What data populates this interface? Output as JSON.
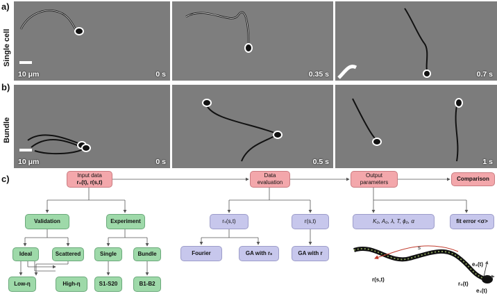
{
  "panels": {
    "a": "a)",
    "b": "b)",
    "c": "c)"
  },
  "rows": {
    "single": "Single cell",
    "bundle": "Bundle"
  },
  "scale": "10 μm",
  "frames": {
    "single": [
      "0 s",
      "0.35 s",
      "0.7 s"
    ],
    "bundle": [
      "0 s",
      "0.5 s",
      "1 s"
    ]
  },
  "flow": {
    "input": "Input data",
    "input_sub": "r₀(t), r(s,t)",
    "data_eval_1": "Data",
    "data_eval_2": "evaluation",
    "output_1": "Output",
    "output_2": "parameters",
    "comparison": "Comparison",
    "validation": "Validation",
    "experiment": "Experiment",
    "ideal": "Ideal",
    "scattered": "Scattered",
    "single": "Single",
    "bundle": "Bundle",
    "low_eta": "Low-η",
    "high_eta": "High-η",
    "s1s20": "S1-S20",
    "b1b2": "B1-B2",
    "rs_t": "rₛ(s,t)",
    "r_st": "r(s,t)",
    "fourier": "Fourier",
    "ga_rs": "GA with rₛ",
    "ga_r": "GA with r",
    "params": "K₀, A₀, λ, T, ϕ₀, α",
    "fit_error": "fit error <σ>"
  },
  "diagram": {
    "s": "s",
    "r_st": "r(s,t)",
    "r0_t": "r₀(t)",
    "e1": "e₁(t)",
    "e2": "e₂(t)"
  }
}
